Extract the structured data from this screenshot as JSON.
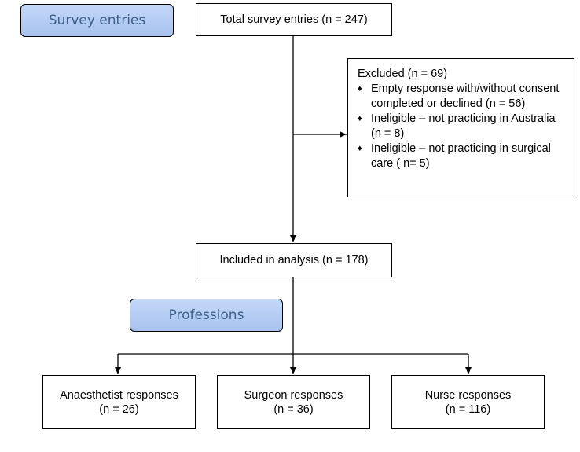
{
  "labels": {
    "survey_entries": "Survey entries",
    "professions": "Professions"
  },
  "colors": {
    "label_fill_top": "#c4d8f8",
    "label_fill_bottom": "#a7c2ef",
    "label_text": "#3e5f88"
  },
  "total": {
    "text": "Total survey entries (n = 247)"
  },
  "excluded": {
    "title": "Excluded (n = 69)",
    "items": [
      "Empty response with/without consent completed or declined (n = 56)",
      "Ineligible – not practicing in Australia (n = 8)",
      "Ineligible – not practicing in surgical care ( n=  5)"
    ]
  },
  "included": {
    "text": "Included in analysis (n = 178)"
  },
  "groups": [
    {
      "name": "Anaesthetist responses",
      "count": "(n = 26)"
    },
    {
      "name": "Surgeon responses",
      "count": "(n = 36)"
    },
    {
      "name": "Nurse responses",
      "count": "(n = 116)"
    }
  ]
}
